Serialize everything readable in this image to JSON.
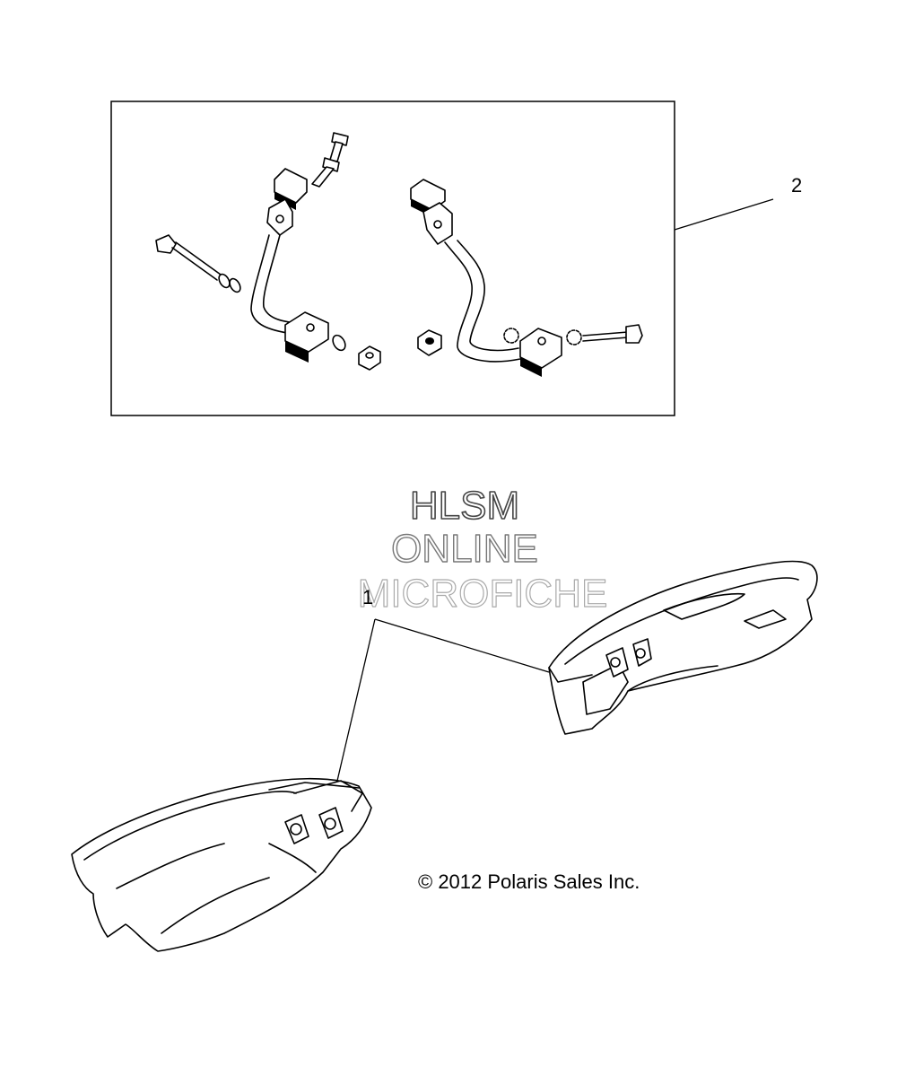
{
  "diagram": {
    "callouts": [
      {
        "id": "2",
        "label": "2"
      },
      {
        "id": "1",
        "label": "1"
      }
    ],
    "watermark": {
      "line1": "HLSM",
      "line2": "ONLINE",
      "line3": "MICROFICHE"
    },
    "copyright": "© 2012 Polaris Sales Inc.",
    "colors": {
      "line": "#000000",
      "background": "#ffffff",
      "watermark1": "#444444",
      "watermark2": "#777777",
      "watermark3": "#aaaaaa"
    }
  }
}
